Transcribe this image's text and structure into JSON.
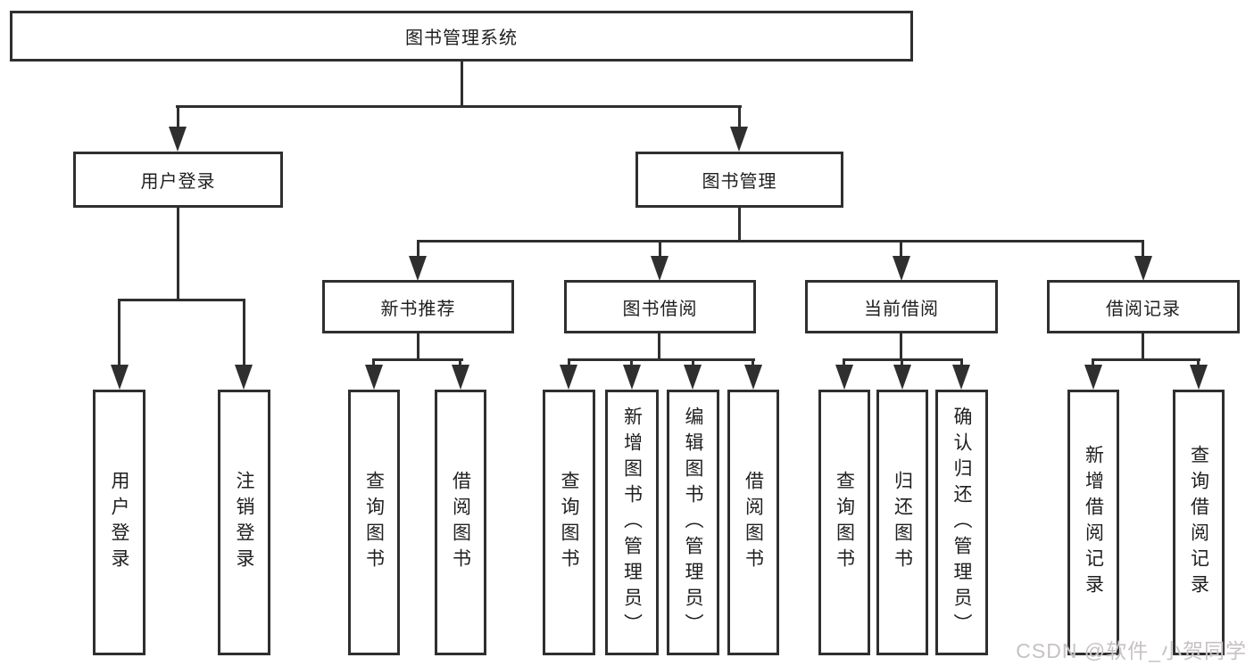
{
  "colors": {
    "line": "#2f2f2f",
    "text": "#1f1f1f",
    "box_bg": "#ffffff",
    "watermark": "#c7c2c2"
  },
  "watermark": "CSDN @软件_小贺同学",
  "nodes": {
    "root": {
      "label": "图书管理系统"
    },
    "level2": [
      {
        "label": "用户登录"
      },
      {
        "label": "图书管理"
      }
    ],
    "level3": [
      {
        "label": "新书推荐"
      },
      {
        "label": "图书借阅"
      },
      {
        "label": "当前借阅"
      },
      {
        "label": "借阅记录"
      }
    ],
    "leaves": {
      "user_login": [
        {
          "label": "用户登录"
        },
        {
          "label": "注销登录"
        }
      ],
      "new_book_recommend": [
        {
          "label": "查询图书"
        },
        {
          "label": "借阅图书"
        }
      ],
      "book_borrow": [
        {
          "label": "查询图书"
        },
        {
          "label": "新增图书（管理员）"
        },
        {
          "label": "编辑图书（管理员）"
        },
        {
          "label": "借阅图书"
        }
      ],
      "current_borrow": [
        {
          "label": "查询图书"
        },
        {
          "label": "归还图书"
        },
        {
          "label": "确认归还（管理员）"
        }
      ],
      "borrow_record": [
        {
          "label": "新增借阅记录"
        },
        {
          "label": "查询借阅记录"
        }
      ]
    }
  }
}
